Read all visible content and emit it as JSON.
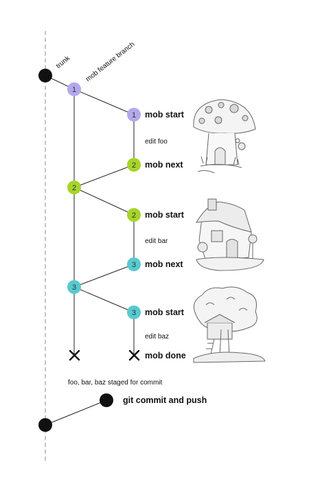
{
  "colors": {
    "purple": "#b3a8ec",
    "green": "#a6d42a",
    "teal": "#58c9cf",
    "black": "#111111",
    "trunk_dash": "#888888"
  },
  "labels": {
    "trunk": "trunk",
    "branch": "mob feature branch",
    "mob_start_1": "mob start",
    "edit_foo": "edit foo",
    "mob_next_1": "mob next",
    "mob_start_2": "mob start",
    "edit_bar": "edit bar",
    "mob_next_2": "mob next",
    "mob_start_3": "mob start",
    "edit_baz": "edit baz",
    "mob_done": "mob done",
    "staged": "foo, bar, baz staged for commit",
    "commit": "git commit and push"
  },
  "nodes": {
    "b1": "1",
    "r1": "1",
    "r2": "2",
    "b2": "2",
    "s2": "2",
    "r3": "3",
    "b3": "3",
    "s3": "3"
  },
  "illustrations": [
    "mushroom-house-illustration",
    "candy-house-illustration",
    "treehouse-illustration"
  ]
}
